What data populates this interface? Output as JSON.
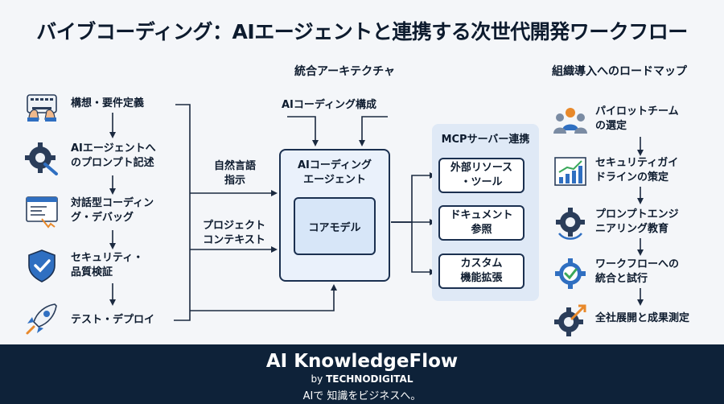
{
  "title": "バイブコーディング：AIエージェントと連携する次世代開発ワークフロー",
  "left_steps": [
    {
      "label": "構想・要件定義",
      "icon": "keyboard-hands-icon"
    },
    {
      "label": "AIエージェントへのプロンプト記述",
      "line1": "AIエージェントへ",
      "line2": "のプロンプト記述",
      "icon": "gear-wrench-icon"
    },
    {
      "label": "対話型コーディング・デバッグ",
      "line1": "対話型コーディン",
      "line2": "グ・デバッグ",
      "icon": "code-editor-icon"
    },
    {
      "label": "セキュリティ・品質検証",
      "line1": "セキュリティ・",
      "line2": "品質検証",
      "icon": "shield-check-icon"
    },
    {
      "label": "テスト・デプロイ",
      "icon": "rocket-icon"
    }
  ],
  "architecture": {
    "heading": "統合アーキテクチャ",
    "ai_coding_config": "AIコーディング構成",
    "natural_language_line1": "自然言語",
    "natural_language_line2": "指示",
    "project_context_line1": "プロジェクト",
    "project_context_line2": "コンテキスト",
    "agent_line1": "AIコーディング",
    "agent_line2": "エージェント",
    "core_model": "コアモデル",
    "mcp_title": "MCPサーバー連携",
    "mcp_items": [
      {
        "line1": "外部リソース",
        "line2": "・ツール"
      },
      {
        "line1": "ドキュメント",
        "line2": "参照"
      },
      {
        "line1": "カスタム",
        "line2": "機能拡張"
      }
    ]
  },
  "roadmap": {
    "heading": "組織導入へのロードマップ",
    "steps": [
      {
        "line1": "パイロットチーム",
        "line2": "の選定",
        "icon": "team-icon"
      },
      {
        "line1": "セキュリティガイ",
        "line2": "ドラインの策定",
        "icon": "chart-growth-icon"
      },
      {
        "line1": "プロンプトエンジ",
        "line2": "ニアリング教育",
        "icon": "gear-cycle-icon"
      },
      {
        "line1": "ワークフローへの",
        "line2": "統合と試行",
        "icon": "gear-check-icon"
      },
      {
        "line1": "全社展開と成果測定",
        "line2": "",
        "icon": "gear-arrow-icon"
      }
    ]
  },
  "footer": {
    "brand": "AI KnowledgeFlow",
    "by": "by",
    "company": "TECHNODIGITAL",
    "tagline": "AIで 知識をビジネスへ。"
  },
  "colors": {
    "navy": "#0e2239",
    "blue": "#2f6fc1",
    "light_blue": "#dfe9f6",
    "orange": "#e8892b",
    "green": "#3aa85a"
  }
}
